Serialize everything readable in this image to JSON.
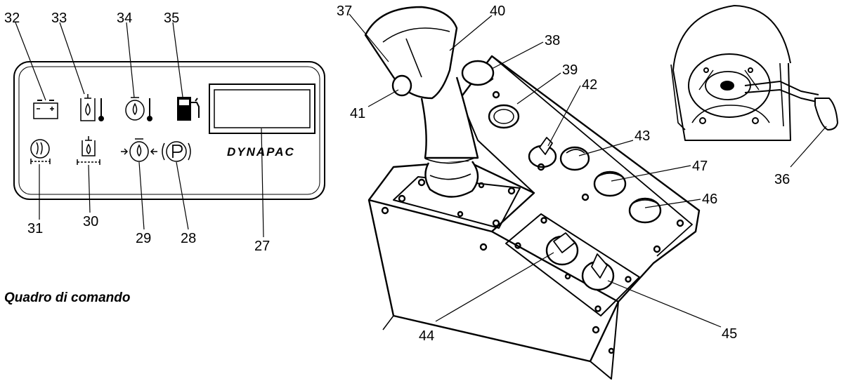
{
  "panel": {
    "brand": "DYNAPAC",
    "caption": "Quadro di comando",
    "callouts": {
      "c32": "32",
      "c33": "33",
      "c34": "34",
      "c35": "35",
      "c31": "31",
      "c30": "30",
      "c29": "29",
      "c28": "28",
      "c27": "27"
    }
  },
  "console": {
    "callouts": {
      "c37": "37",
      "c40": "40",
      "c38": "38",
      "c39": "39",
      "c41": "41",
      "c42": "42",
      "c43": "43",
      "c47": "47",
      "c46": "46",
      "c44": "44",
      "c45": "45"
    }
  },
  "detail": {
    "callouts": {
      "c36": "36"
    }
  }
}
